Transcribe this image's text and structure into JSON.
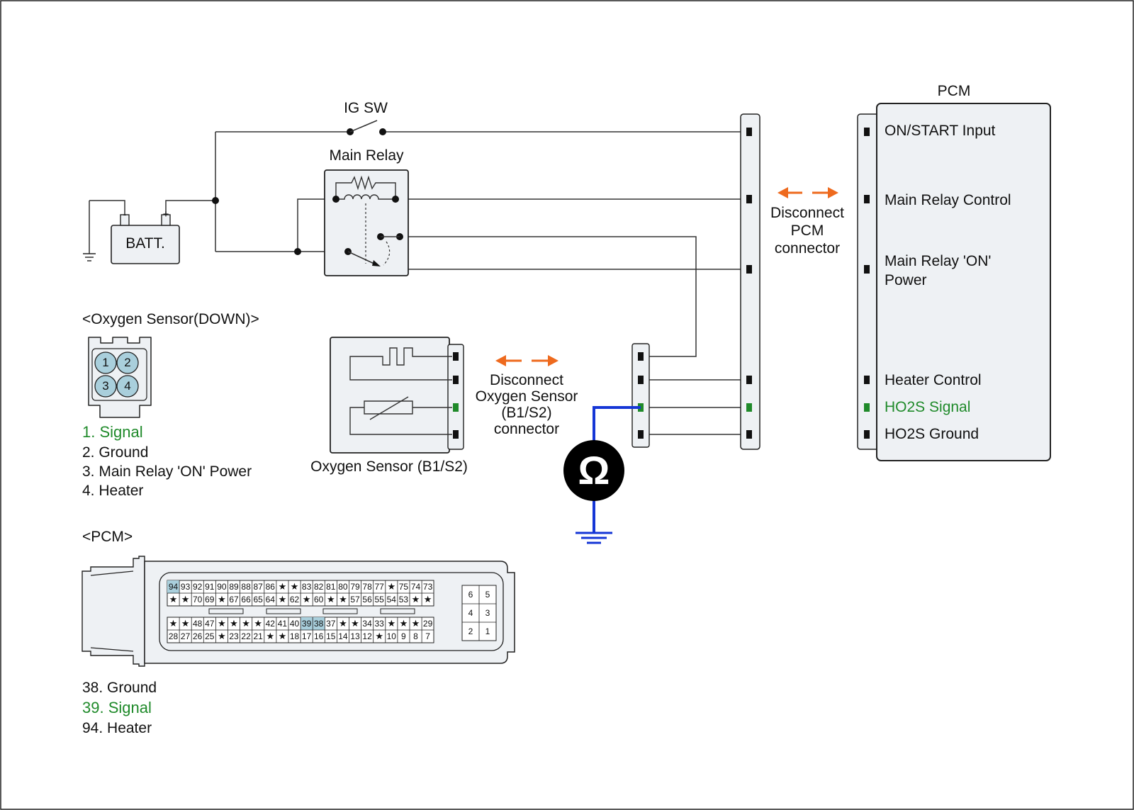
{
  "labels": {
    "ig_sw": "IG SW",
    "main_relay": "Main Relay",
    "batt": "BATT.",
    "batt_minus": "-",
    "batt_plus": "+",
    "pcm_title": "PCM",
    "disconnect_pcm": "Disconnect\nPCM\nconnector",
    "disconnect_o2": "Disconnect\nOxygen Sensor\n(B1/S2)\nconnector",
    "oxygen_sensor": "Oxygen Sensor (B1/S2)",
    "o2_down_title": "<Oxygen Sensor(DOWN)>",
    "pcm_connector_title": "<PCM>",
    "ohm_symbol": "Ω"
  },
  "pcm_pins": [
    {
      "label": "ON/START Input",
      "color": "#111111"
    },
    {
      "label": "Main Relay Control",
      "color": "#111111"
    },
    {
      "label": "Main Relay 'ON'\nPower",
      "color": "#111111"
    },
    {
      "label": "Heater Control",
      "color": "#111111"
    },
    {
      "label": "HO2S  Signal",
      "color": "#1f8a2a"
    },
    {
      "label": "HO2S  Ground",
      "color": "#111111"
    }
  ],
  "o2_connector": {
    "pins": [
      "1",
      "2",
      "3",
      "4"
    ],
    "legend": [
      {
        "text": "1. Signal",
        "color": "#1f8a2a"
      },
      {
        "text": "2. Ground",
        "color": "#111111"
      },
      {
        "text": "3. Main Relay 'ON' Power",
        "color": "#111111"
      },
      {
        "text": "4. Heater",
        "color": "#111111"
      }
    ]
  },
  "pcm_connector": {
    "row1": [
      "94",
      "93",
      "92",
      "91",
      "90",
      "89",
      "88",
      "87",
      "86",
      "★",
      "★",
      "83",
      "82",
      "81",
      "80",
      "79",
      "78",
      "77",
      "★",
      "75",
      "74",
      "73"
    ],
    "row2": [
      "★",
      "★",
      "70",
      "69",
      "★",
      "67",
      "66",
      "65",
      "64",
      "★",
      "62",
      "★",
      "60",
      "★",
      "★",
      "57",
      "56",
      "55",
      "54",
      "53",
      "★",
      "★"
    ],
    "row3": [
      "★",
      "★",
      "48",
      "47",
      "★",
      "★",
      "★",
      "★",
      "42",
      "41",
      "40",
      "39",
      "38",
      "37",
      "★",
      "★",
      "34",
      "33",
      "★",
      "★",
      "★",
      "29"
    ],
    "row4": [
      "28",
      "27",
      "26",
      "25",
      "★",
      "23",
      "22",
      "21",
      "★",
      "★",
      "18",
      "17",
      "16",
      "15",
      "14",
      "13",
      "12",
      "★",
      "10",
      "9",
      "8",
      "7"
    ],
    "small_block": [
      [
        "6",
        "5"
      ],
      [
        "4",
        "3"
      ],
      [
        "2",
        "1"
      ]
    ],
    "highlight": [
      "94",
      "39",
      "38"
    ],
    "legend": [
      {
        "text": "38. Ground",
        "color": "#111111"
      },
      {
        "text": "39. Signal",
        "color": "#1f8a2a"
      },
      {
        "text": "94. Heater",
        "color": "#111111"
      }
    ]
  },
  "colors": {
    "wire": "#333333",
    "measurement_wire": "#1536d6",
    "arrow": "#ee6a1e",
    "signal": "#1f8a2a",
    "box_fill": "#eef1f4",
    "pin_highlight": "#a9cfdc"
  }
}
